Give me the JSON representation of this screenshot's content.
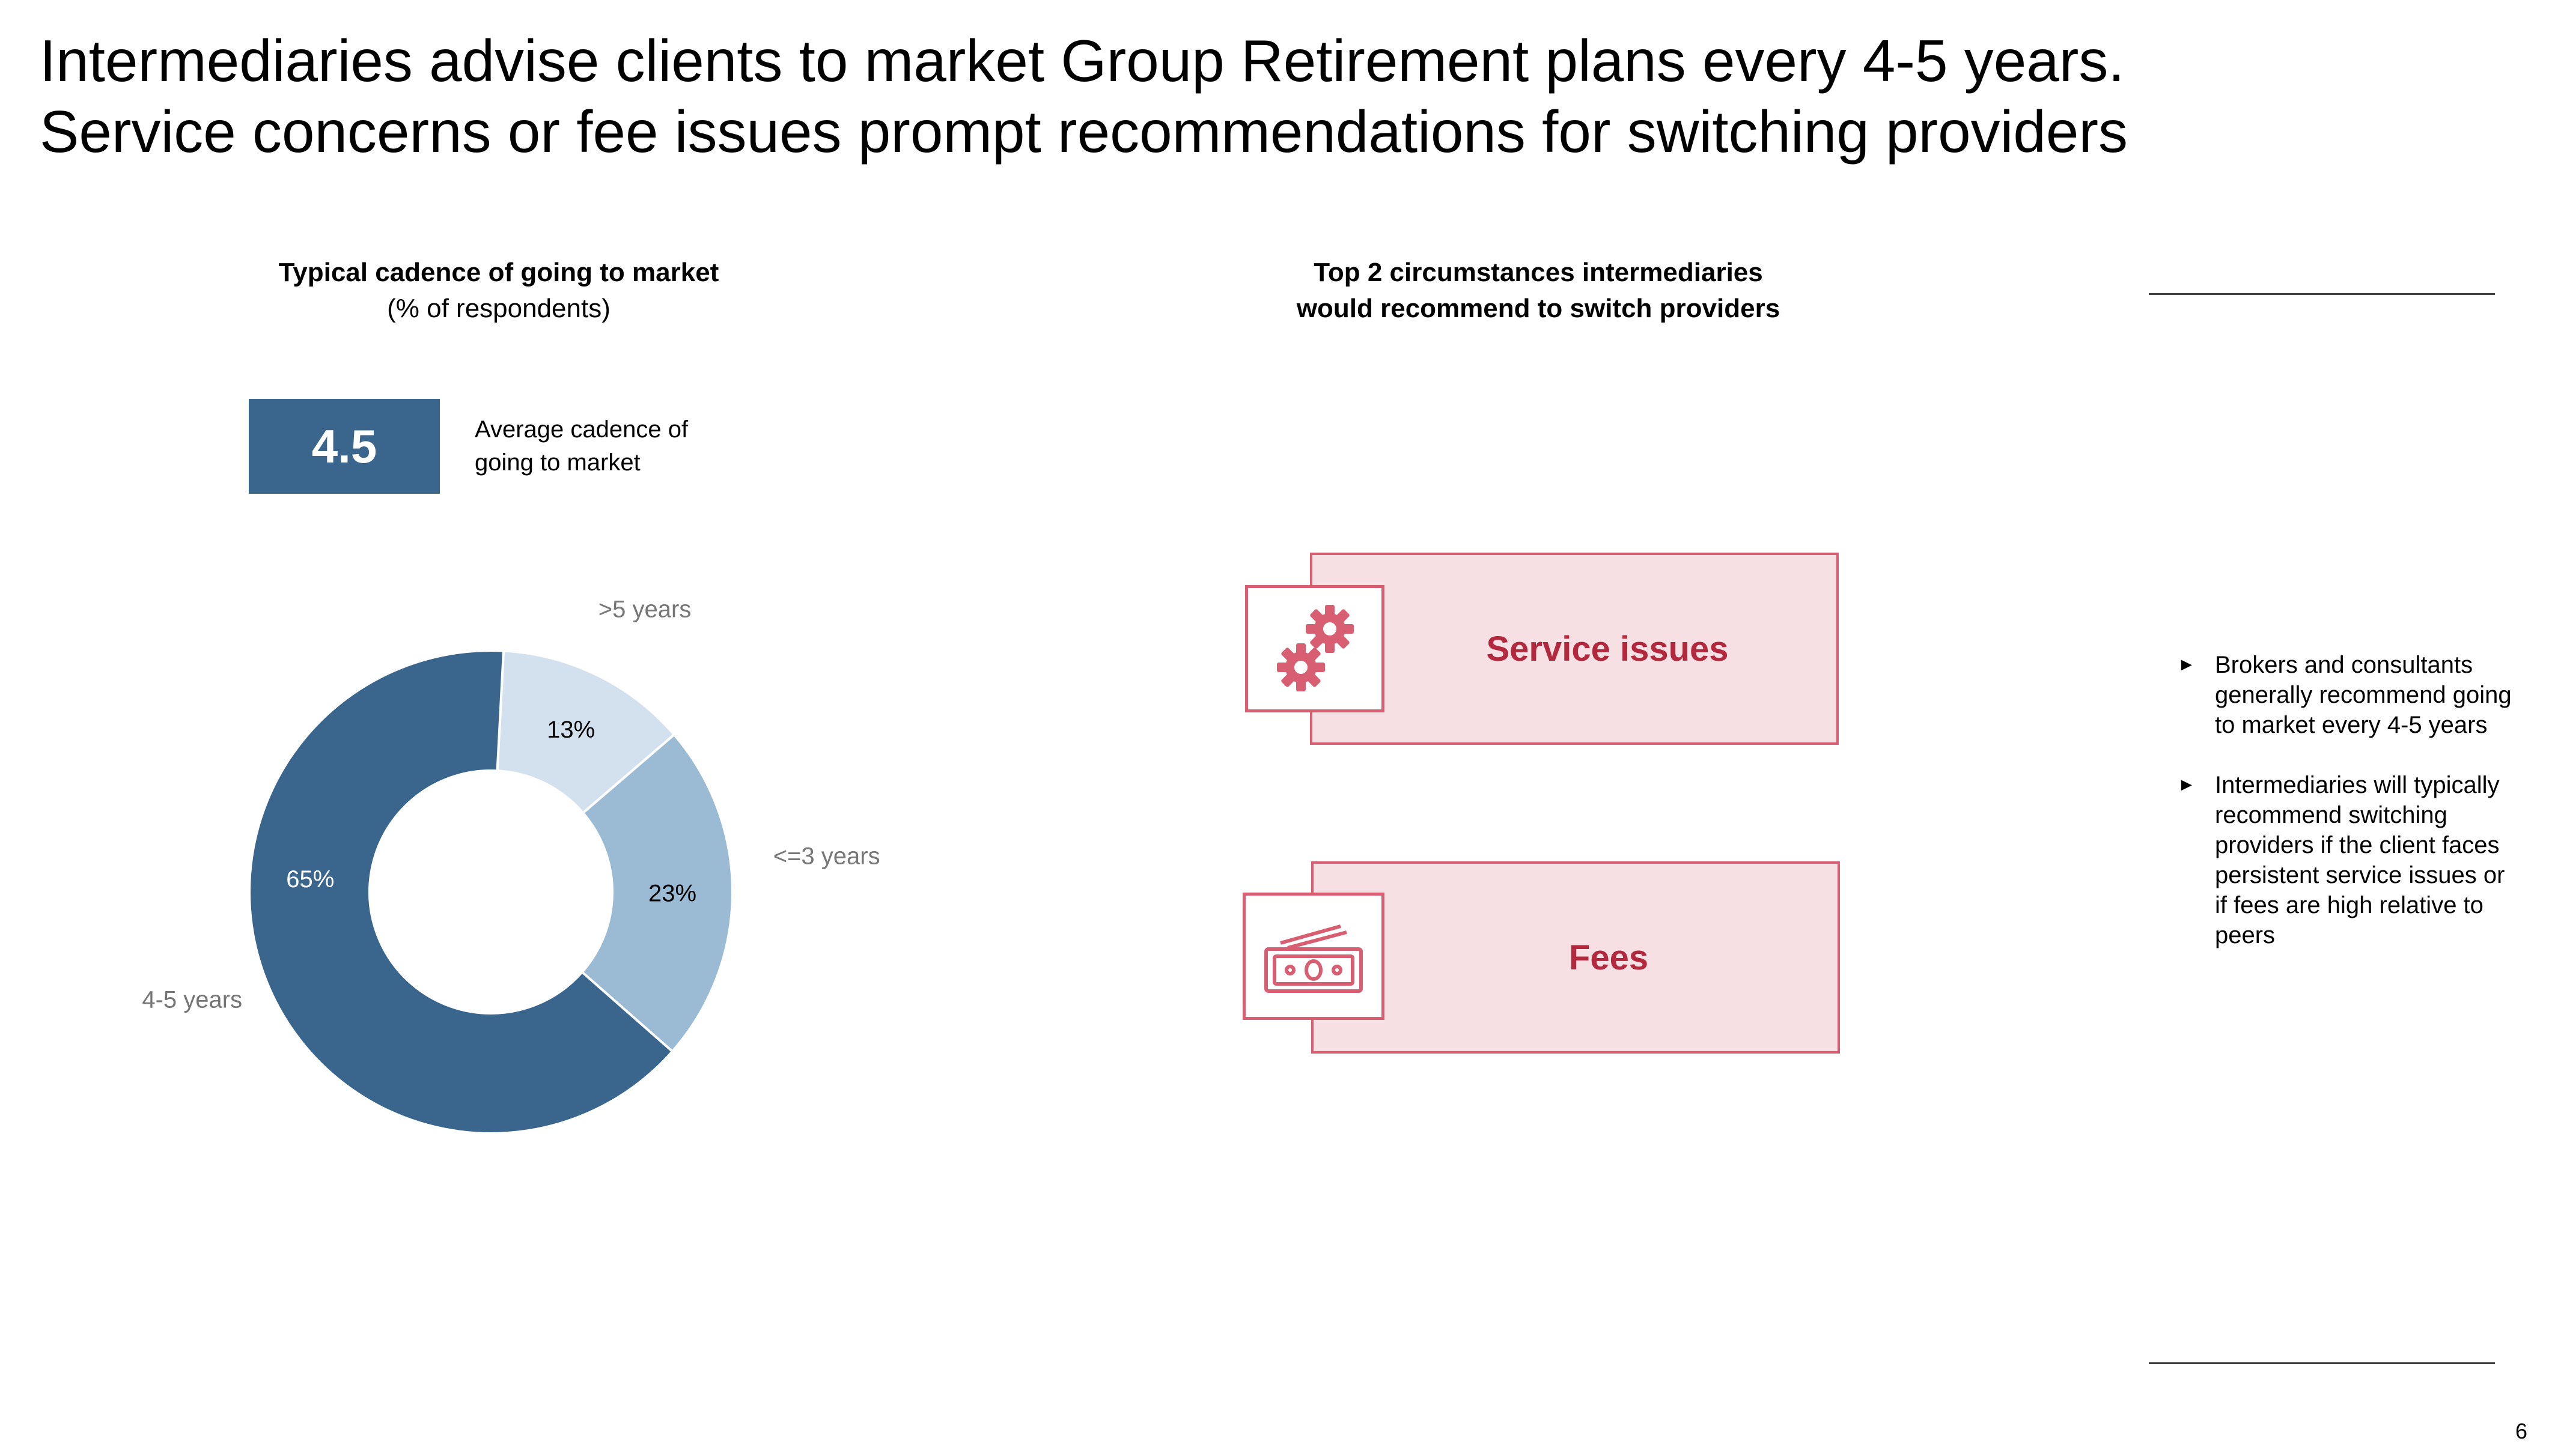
{
  "title": {
    "line1": "Intermediaries advise clients to market Group Retirement plans every 4-5 years.",
    "line2": "Service concerns or fee issues prompt recommendations for switching providers"
  },
  "left_panel": {
    "title": "Typical cadence of going to market",
    "subtitle": "(% of respondents)",
    "average": {
      "value": "4.5",
      "label": "Average cadence of going to market"
    }
  },
  "chart_data": {
    "type": "pie",
    "title": "Typical cadence of going to market",
    "subtitle": "(% of respondents)",
    "categories": [
      ">5 years",
      "<=3 years",
      "4-5 years"
    ],
    "values": [
      13,
      23,
      65
    ],
    "labels": [
      "13%",
      "23%",
      "65%"
    ],
    "colors": [
      "#d3e1ee",
      "#9abbd3",
      "#3a668e"
    ],
    "label_colors": [
      "#000000",
      "#000000",
      "#ffffff"
    ],
    "donut": true
  },
  "right_panel": {
    "title_line1": "Top 2 circumstances intermediaries",
    "title_line2": "would recommend to switch providers",
    "items": [
      {
        "label": "Service issues",
        "icon": "gears-icon"
      },
      {
        "label": "Fees",
        "icon": "money-icon"
      }
    ],
    "accent": "#d85f72",
    "fill": "#f6e0e3",
    "text_color": "#b3283d"
  },
  "sidebar": {
    "bullets": [
      "Brokers and consultants generally recommend going to market every 4-5 years",
      "Intermediaries will typically recommend switching providers if the client faces persistent service issues or if fees are high relative to peers"
    ]
  },
  "page_number": "6"
}
